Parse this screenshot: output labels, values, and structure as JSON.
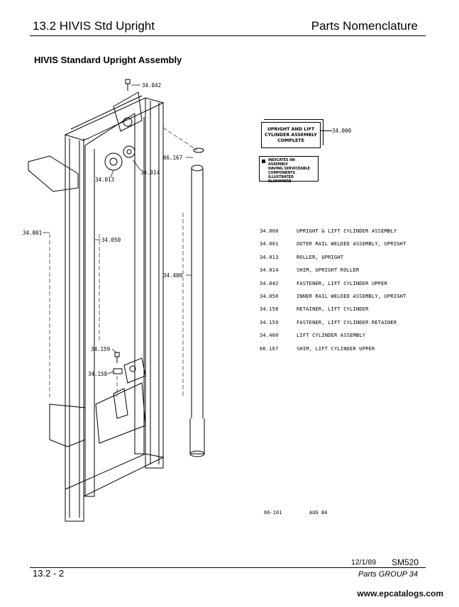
{
  "header": {
    "section": "13.2 HIVIS Std Upright",
    "category": "Parts Nomenclature"
  },
  "section_title": "HIVIS Standard Upright Assembly",
  "callouts": {
    "c34_042": "34.042",
    "c66_167": "66.167",
    "c34_014": "34.014",
    "c34_013": "34.013",
    "c34_001": "34.001",
    "c34_050": "34.050",
    "c34_400": "34.400",
    "c34_159": "34.159",
    "c34_158": "34.158"
  },
  "legend": {
    "assembly_box_lines": [
      "UPRIGHT AND LIFT",
      "CYLINDER ASSEMBLY",
      "COMPLETE"
    ],
    "assembly_ref": "34.000",
    "note_lines": [
      "INDICATES AN ASSEMBLY",
      "HAVING SERVICEABLE",
      "COMPONENTS ILLUSTRATED",
      "ELSEWHERE"
    ]
  },
  "parts_list": [
    {
      "number": "34.000",
      "description": "UPRIGHT & LIFT CYLINDER ASSEMBLY"
    },
    {
      "number": "34.001",
      "description": "OUTER RAIL WELDED ASSEMBLY, UPRIGHT"
    },
    {
      "number": "34.013",
      "description": "ROLLER, UPRIGHT"
    },
    {
      "number": "34.014",
      "description": "SHIM, UPRIGHT ROLLER"
    },
    {
      "number": "34.042",
      "description": "FASTENER, LIFT CYLINDER UPPER"
    },
    {
      "number": "34.050",
      "description": "INNER RAIL WELDED ASSEMBLY, UPRIGHT"
    },
    {
      "number": "34.158",
      "description": "RETAINER, LIFT CYLINDER"
    },
    {
      "number": "34.159",
      "description": "FASTENER, LIFT CYLINDER RETAINER"
    },
    {
      "number": "34.400",
      "description": "LIFT CYLINDER ASSEMBLY"
    },
    {
      "number": "66.167",
      "description": "SHIM, LIFT CYLINDER UPPER"
    }
  ],
  "drawing": {
    "number": "66-101",
    "date": "AUG 84"
  },
  "footer": {
    "date": "12/1/89",
    "model": "SM520",
    "page": "13.2 - 2",
    "group": "Parts GROUP 34",
    "watermark": "www.epcatalogs.com"
  }
}
